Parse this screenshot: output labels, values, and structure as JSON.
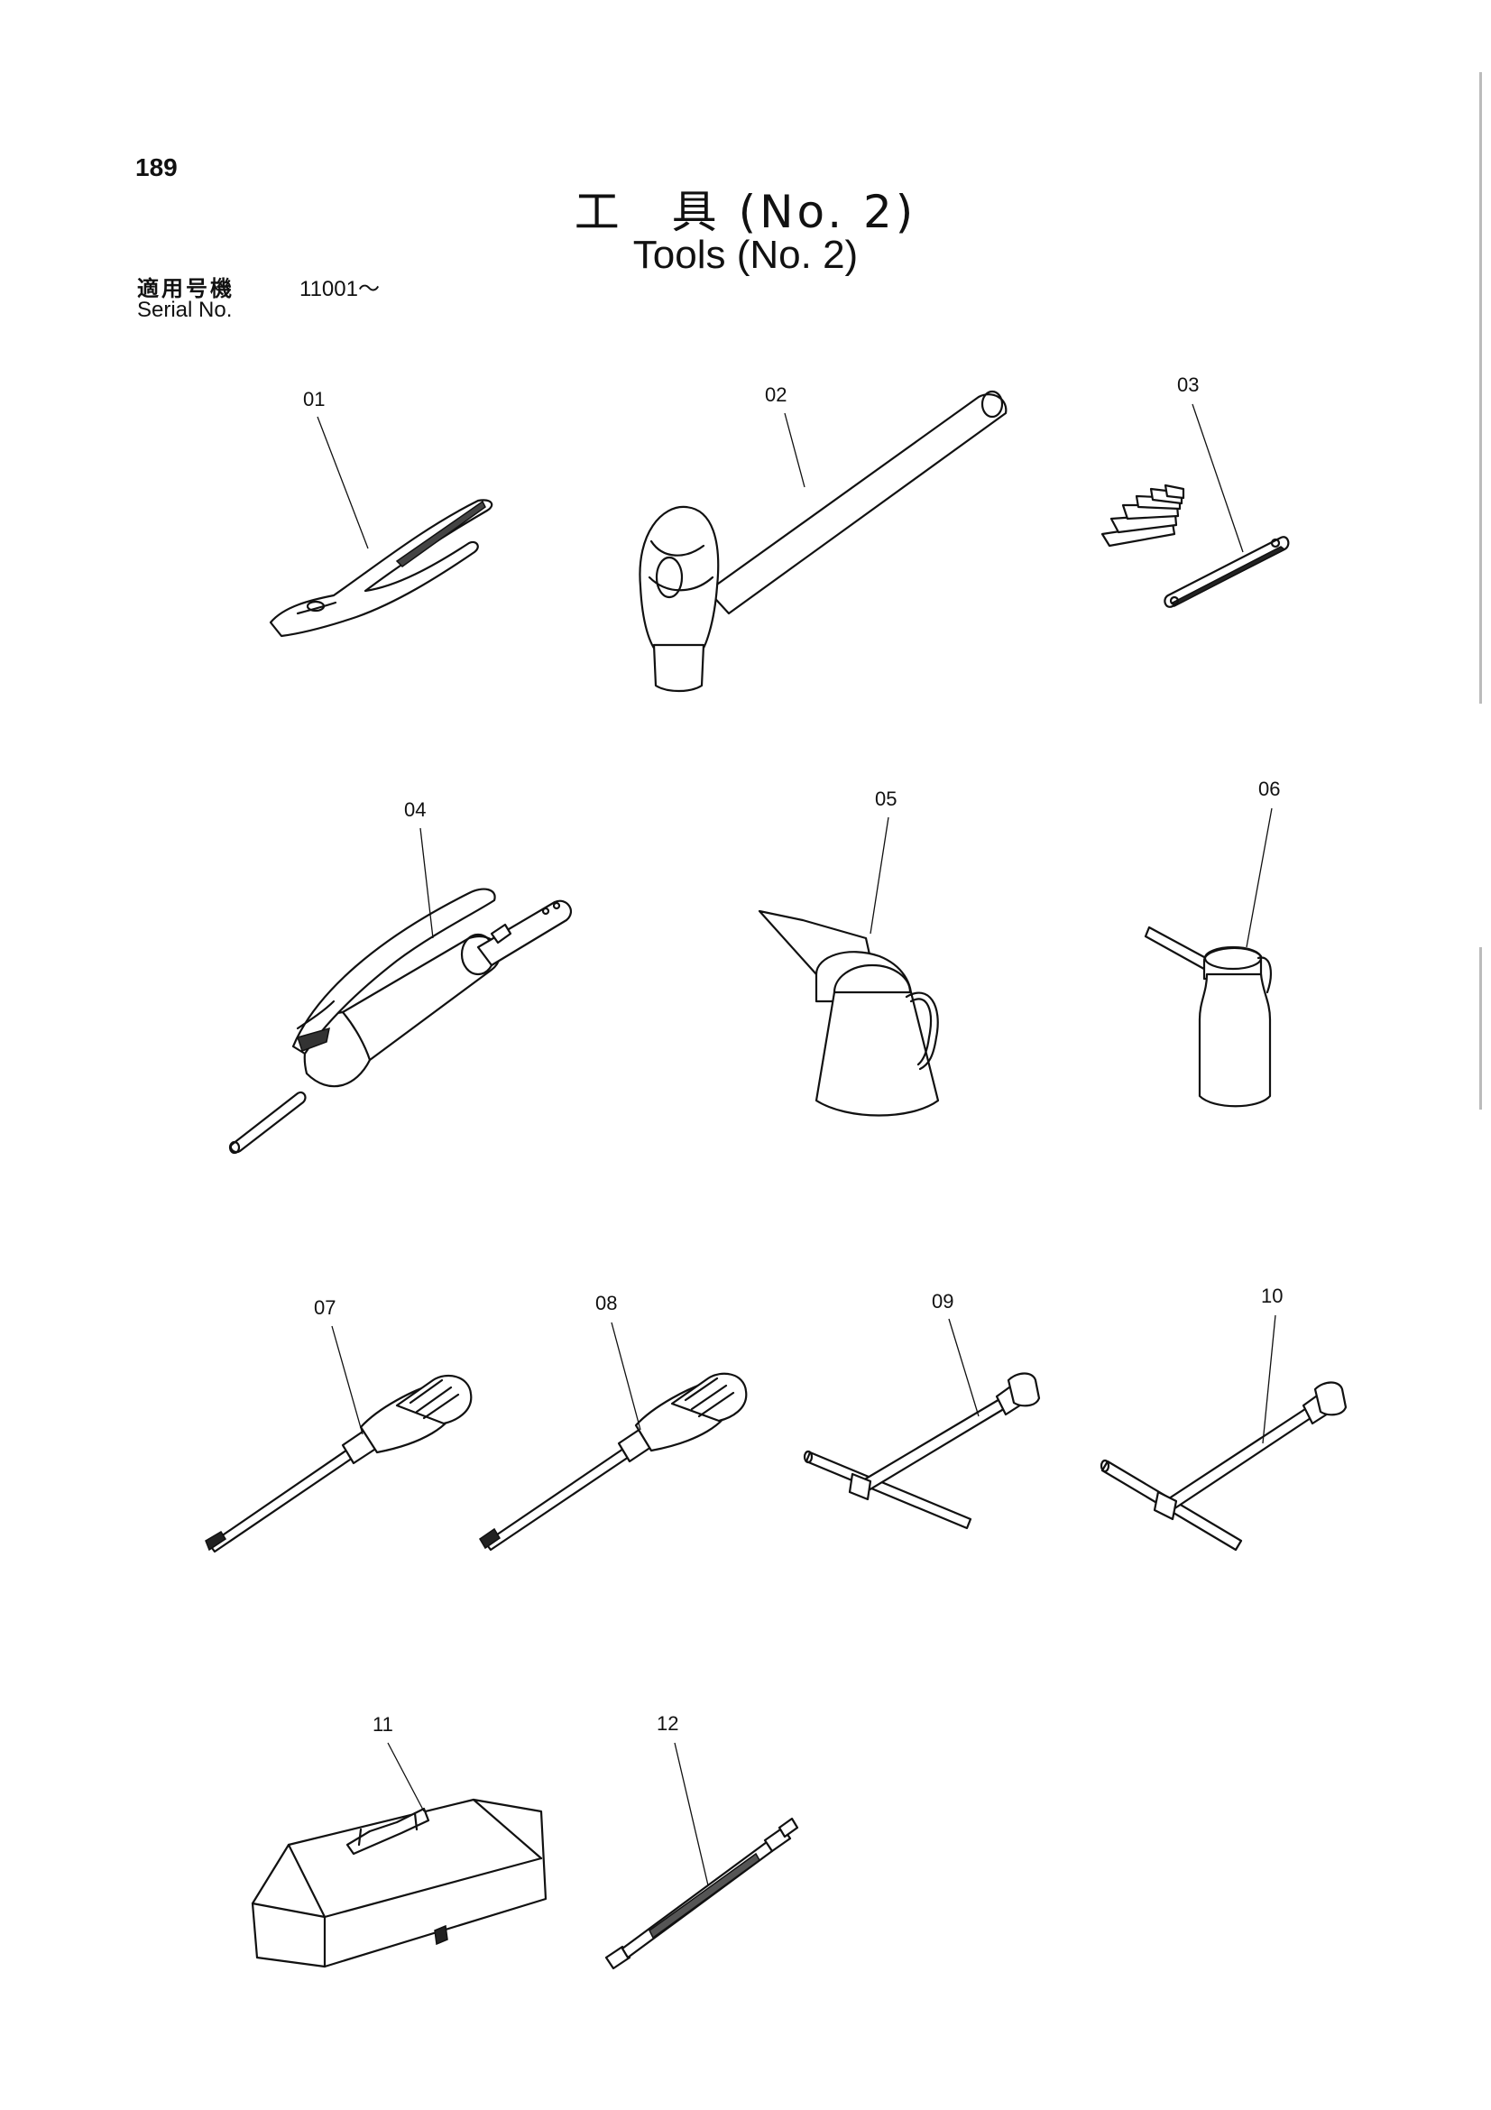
{
  "page": {
    "number": "189",
    "title_jp": "工　具 (No. 2)",
    "title_en": "Tools  (No. 2)",
    "serial_label_jp": "適用号機",
    "serial_range": "11001～",
    "serial_label_en": "Serial  No."
  },
  "callouts": [
    {
      "id": "01",
      "part": "pliers"
    },
    {
      "id": "02",
      "part": "hammer"
    },
    {
      "id": "03",
      "part": "feeler-gauge"
    },
    {
      "id": "04",
      "part": "grease-gun"
    },
    {
      "id": "05",
      "part": "oil-can"
    },
    {
      "id": "06",
      "part": "oiler"
    },
    {
      "id": "07",
      "part": "screwdriver-flat"
    },
    {
      "id": "08",
      "part": "screwdriver-phillips"
    },
    {
      "id": "09",
      "part": "t-socket-wrench"
    },
    {
      "id": "10",
      "part": "t-socket-wrench"
    },
    {
      "id": "11",
      "part": "tool-box"
    },
    {
      "id": "12",
      "part": "extension-bar"
    }
  ]
}
